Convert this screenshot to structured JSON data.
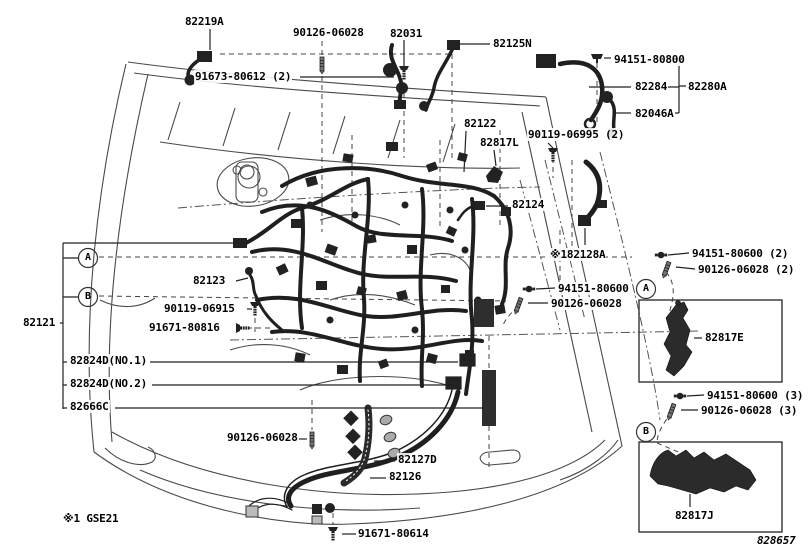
{
  "drawing_number": "828657",
  "footnote": "※1 GSE21",
  "refs": {
    "a": "A",
    "b": "B"
  },
  "callouts": {
    "p82219a": "82219A",
    "p90126_top": "90126-06028",
    "p82031": "82031",
    "p82125n": "82125N",
    "p91673_80612": "91673-80612 (2)",
    "p94151_80800": "94151-80800",
    "p82284": "82284",
    "p82280a": "82280A",
    "p82046a": "82046A",
    "p82122": "82122",
    "p90119_06995": "90119-06995 (2)",
    "p82817l": "82817L",
    "p82124": "82124",
    "p82128a": "※182128A",
    "p94151_80600_x2": "94151-80600 (2)",
    "p90126_06028_x2": "90126-06028 (2)",
    "p94151_80600": "94151-80600",
    "p90126_06028": "90126-06028",
    "p82123": "82123",
    "p90119_06915": "90119-06915",
    "p91671_80816": "91671-80816",
    "p82121": "82121",
    "p82824d_no1": "82824D(NO.1)",
    "p82824d_no2": "82824D(NO.2)",
    "p82666c": "82666C",
    "p90126_bottom": "90126-06028",
    "p82127d": "82127D",
    "p82126": "82126",
    "p91671_80614": "91671-80614",
    "p94151_80600_x3": "94151-80600 (3)",
    "p90126_06028_x3": "90126-06028 (3)",
    "p82817e": "82817E",
    "p82817j": "82817J"
  }
}
